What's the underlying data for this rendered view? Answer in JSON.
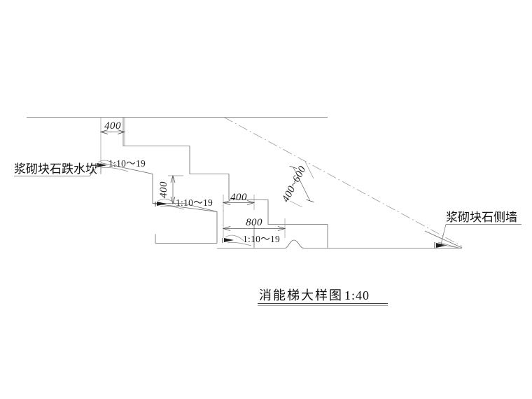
{
  "drawing": {
    "title_text": "消能梯大样图",
    "title_scale": "1:40",
    "labels": {
      "left_note": "浆砌块石跌水坎",
      "right_note": "浆砌块石侧墙"
    },
    "dimensions": {
      "top_tread": "400",
      "riser_vertical": "400",
      "mid_tread": "400",
      "lower_tread": "800",
      "slope_depth": "400~600"
    },
    "slopes": {
      "slope_1": "1:10～19",
      "slope_2": "1:10～19",
      "slope_3": "1:10～19"
    },
    "colors": {
      "line": "#6f6f6f",
      "line_dark": "#3d3d3d",
      "dim": "#5a5a5a",
      "dashdot": "#9a9a9a",
      "text": "#111111",
      "background": "#ffffff"
    }
  }
}
